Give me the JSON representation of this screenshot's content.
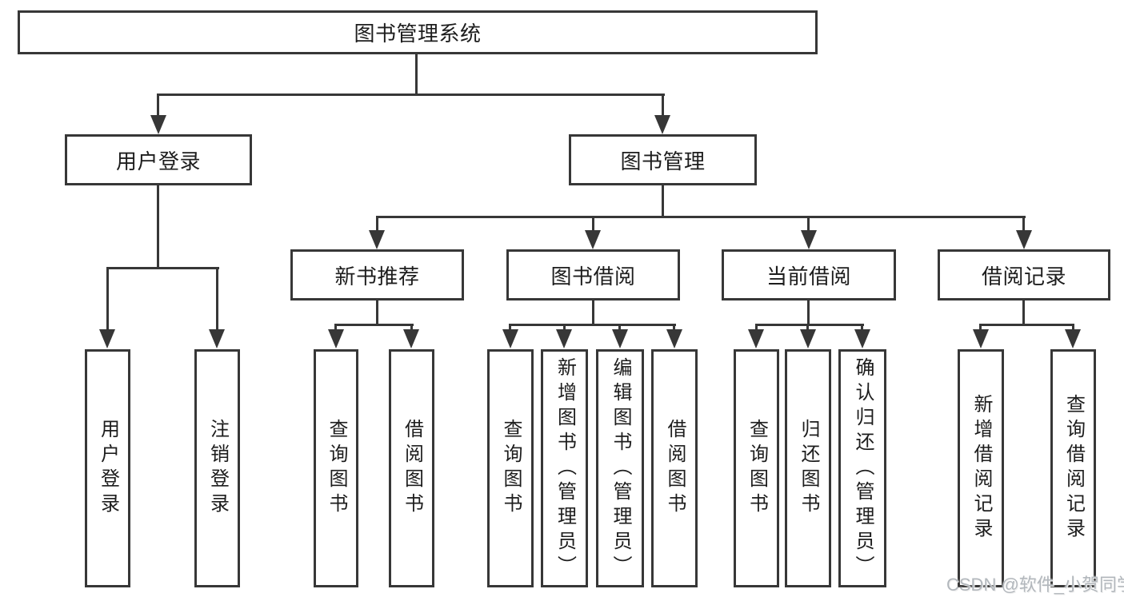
{
  "tree": {
    "root": {
      "label": "图书管理系统"
    },
    "login_branch": {
      "label": "用户登录",
      "children": [
        {
          "label": "用户登录"
        },
        {
          "label": "注销登录"
        }
      ]
    },
    "mgmt_branch": {
      "label": "图书管理",
      "sections": [
        {
          "label": "新书推荐",
          "children": [
            {
              "label": "查询图书"
            },
            {
              "label": "借阅图书"
            }
          ]
        },
        {
          "label": "图书借阅",
          "children": [
            {
              "label": "查询图书"
            },
            {
              "label": "新增图书（管理员）"
            },
            {
              "label": "编辑图书（管理员）"
            },
            {
              "label": "借阅图书"
            }
          ]
        },
        {
          "label": "当前借阅",
          "children": [
            {
              "label": "查询图书"
            },
            {
              "label": "归还图书"
            },
            {
              "label": "确认归还（管理员）"
            }
          ]
        },
        {
          "label": "借阅记录",
          "children": [
            {
              "label": "新增借阅记录"
            },
            {
              "label": "查询借阅记录"
            }
          ]
        }
      ]
    }
  },
  "watermark": {
    "text": "CSDN @软件_小贺同学"
  },
  "colors": {
    "background": "#ffffff",
    "line": "#373737",
    "text": "#1d1d1d",
    "watermark": "#b2b7bc"
  }
}
